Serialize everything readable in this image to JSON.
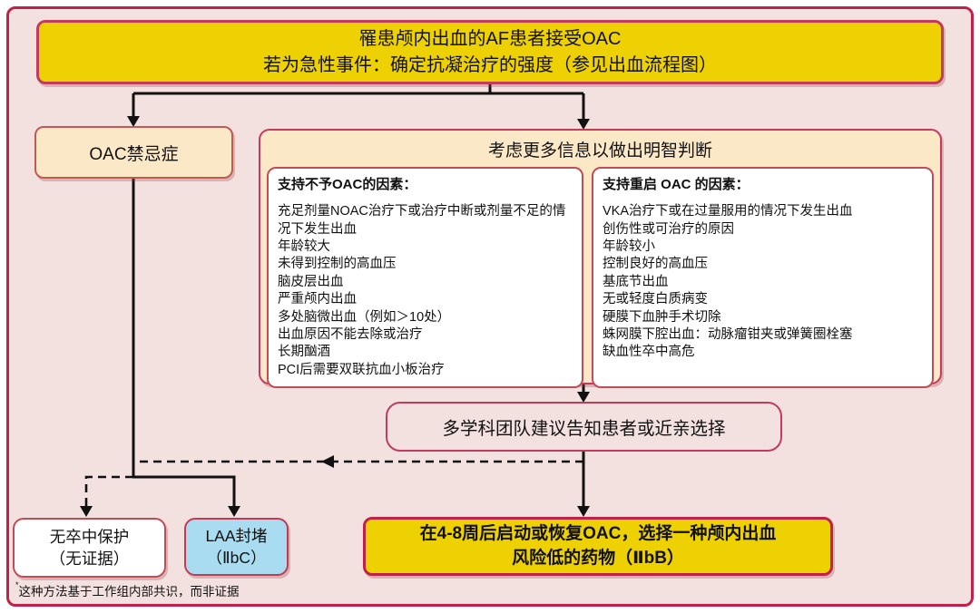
{
  "title": {
    "line1": "罹患颅内出血的AF患者接受OAC",
    "line2": "若为急性事件：确定抗凝治疗的强度（参见出血流程图）"
  },
  "nodes": {
    "oac_contraindication": {
      "label": "OAC禁忌症"
    },
    "consider": {
      "title": "考虑更多信息以做出明智判断",
      "against": {
        "heading": "支持不予OAC的因素：",
        "items": [
          "充足剂量NOAC治疗下或治疗中断或剂量不足的情况下发生出血",
          "年龄较大",
          "未得到控制的高血压",
          "脑皮层出血",
          "严重颅内出血",
          "多处脑微出血（例如＞10处）",
          "出血原因不能去除或治疗",
          "长期酗酒",
          "PCI后需要双联抗血小板治疗"
        ]
      },
      "restart": {
        "heading": "支持重启 OAC 的因素：",
        "items": [
          "VKA治疗下或在过量服用的情况下发生出血",
          "创伤性或可治疗的原因",
          "年龄较小",
          "控制良好的高血压",
          "基底节出血",
          "无或轻度白质病变",
          "硬膜下血肿手术切除",
          "蛛网膜下腔出血：动脉瘤钳夹或弹簧圈栓塞",
          "缺血性卒中高危"
        ]
      }
    },
    "team": {
      "label": "多学科团队建议告知患者或近亲选择"
    },
    "no_stroke_protection": {
      "line1": "无卒中保护",
      "line2": "（无证据）"
    },
    "laa_occlusion": {
      "line1": "LAA封堵",
      "line2": "（ⅡbC）"
    },
    "restart_oac": {
      "line1": "在4-8周后启动或恢复OAC，选择一种颅内出血",
      "line2": "风险低的药物（ⅡbB）"
    }
  },
  "footnote": {
    "marker": "*",
    "text": "这种方法基于工作组内部共识，而非证据"
  },
  "colors": {
    "canvas_pink": "#f3e1e0",
    "frame_crimson": "#c2204a",
    "node_yellow": "#eed102",
    "node_cream": "#fbe8c7",
    "node_blue": "#a9dbf1",
    "node_white": "#ffffff",
    "line_black": "#111111"
  }
}
